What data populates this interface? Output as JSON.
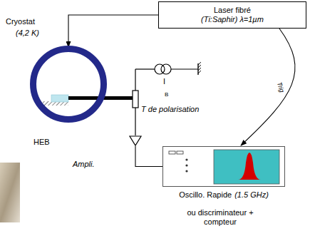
{
  "diagram": {
    "nodes": [
      {
        "text": [
          "Laser fibré",
          "(Ti:Saphir) λ=1µm"
        ]
      },
      {
        "text": [
          "Cryostat",
          "(4,2 K)"
        ]
      },
      {
        "text": [
          "Ampli."
        ]
      },
      {
        "text": [
          "Oscillo. Rapide",
          "(1.5 GHz)"
        ]
      }
    ],
    "edges": [
      {
        "from": 0,
        "to": 1,
        "arrow": "to"
      },
      {
        "from": 0,
        "to": 3,
        "label": "Trig",
        "arrow": "to"
      },
      {
        "from": 2,
        "to": 3,
        "arrow": "none"
      }
    ],
    "labels": [
      "HEB",
      "T de polarisation",
      "I",
      "B",
      "ou discriminateur + compteur"
    ]
  }
}
